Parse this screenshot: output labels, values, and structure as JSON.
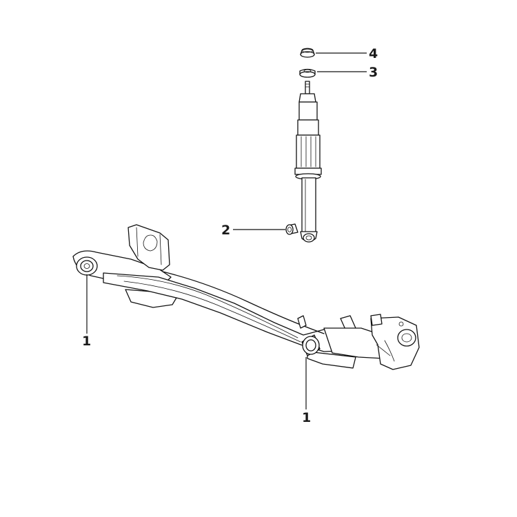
{
  "callouts": [
    {
      "id": "c4",
      "label": "4",
      "part": "shock-top-cap"
    },
    {
      "id": "c3",
      "label": "3",
      "part": "shock-top-bushing"
    },
    {
      "id": "c2",
      "label": "2",
      "part": "shock-lower-bushing"
    },
    {
      "id": "c1a",
      "label": "1",
      "part": "axle-pivot-bushing-left"
    },
    {
      "id": "c1b",
      "label": "1",
      "part": "axle-pivot-bushing-right"
    }
  ]
}
